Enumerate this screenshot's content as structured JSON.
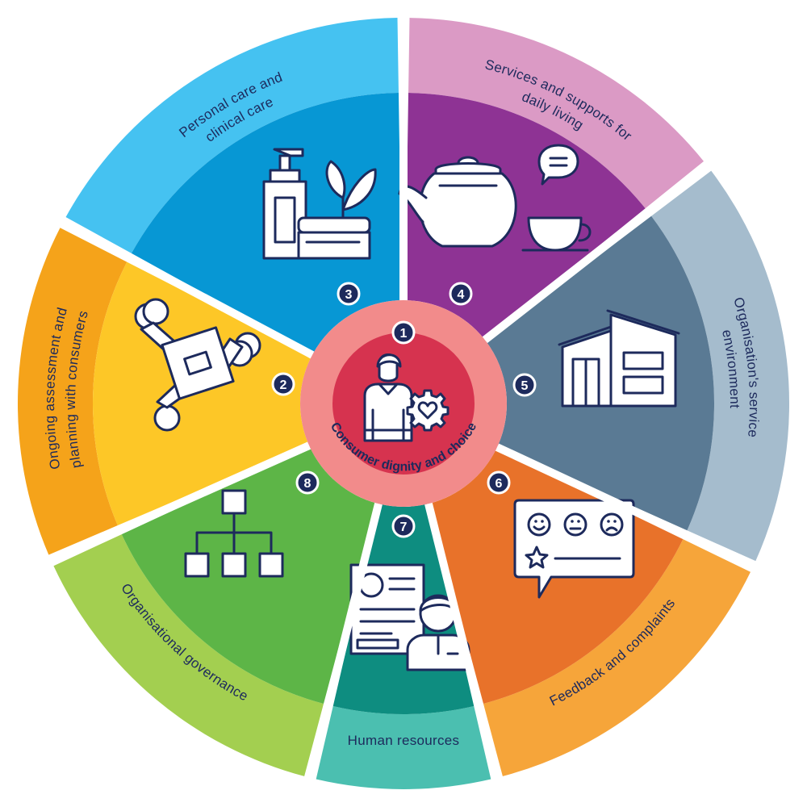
{
  "center": {
    "number": "1",
    "label": "Consumer dignity and choice",
    "colors": {
      "outer": "#f28b8b",
      "inner": "#d6334f"
    },
    "icon": "person-gear-heart-icon"
  },
  "segments": [
    {
      "number": "2",
      "label_lines": [
        "Ongoing assessment and",
        "planning with consumers"
      ],
      "outer_color": "#f5a31a",
      "inner_color": "#fdc727",
      "icon": "people-around-table-icon"
    },
    {
      "number": "3",
      "label_lines": [
        "Personal care and",
        "clinical care"
      ],
      "outer_color": "#45c2f1",
      "inner_color": "#0797d4",
      "icon": "lotion-bottle-leaves-icon"
    },
    {
      "number": "4",
      "label_lines": [
        "Services and supports for",
        "daily living"
      ],
      "outer_color": "#db9ac5",
      "inner_color": "#8e3394",
      "icon": "teapot-cup-icon"
    },
    {
      "number": "5",
      "label_lines": [
        "Organisation's service",
        "environment"
      ],
      "outer_color": "#a5bccd",
      "inner_color": "#5a7a94",
      "icon": "building-icon"
    },
    {
      "number": "6",
      "label_lines": [
        "Feedback and complaints"
      ],
      "outer_color": "#f6a53a",
      "inner_color": "#e8722a",
      "icon": "feedback-faces-icon"
    },
    {
      "number": "7",
      "label_lines": [
        "Human resources"
      ],
      "outer_color": "#4bbfb0",
      "inner_color": "#0e8d80",
      "icon": "resume-person-icon"
    },
    {
      "number": "8",
      "label_lines": [
        "Organisational governance"
      ],
      "outer_color": "#a3cf50",
      "inner_color": "#5db547",
      "icon": "org-chart-icon"
    }
  ],
  "badge_color": "#1d2a5c"
}
